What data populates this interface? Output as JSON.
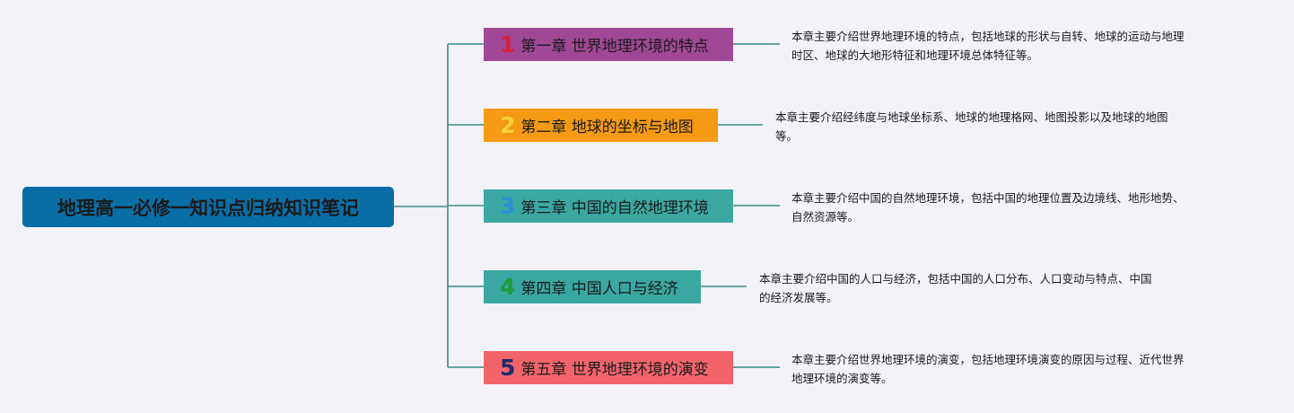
{
  "root": {
    "title": "地理高一必修一知识点归纳知识笔记",
    "color": "#0a6ea6"
  },
  "line_color": "#3a8a82",
  "chapters": [
    {
      "num": "1",
      "title": "第一章 世界地理环境的特点",
      "bg": "#a04796",
      "num_color": "#d8203a",
      "desc_line1": "本章主要介绍世界地理环境的特点，包括地球的形状与自转、地球的运动与地理",
      "desc_line2": "时区、地球的大地形特征和地理环境总体特征等。"
    },
    {
      "num": "2",
      "title": "第二章 地球的坐标与地图",
      "bg": "#f59a12",
      "num_color": "#f7d13a",
      "desc_line1": "本章主要介绍经纬度与地球坐标系、地球的地理格网、地图投影以及地球的地图",
      "desc_line2": "等。"
    },
    {
      "num": "3",
      "title": "第三章 中国的自然地理环境",
      "bg": "#3aa7a2",
      "num_color": "#2a8fd6",
      "desc_line1": "本章主要介绍中国的自然地理环境，包括中国的地理位置及边境线、地形地势、",
      "desc_line2": "自然资源等。"
    },
    {
      "num": "4",
      "title": "第四章 中国人口与经济",
      "bg": "#3aa7a2",
      "num_color": "#1f9a3a",
      "desc_line1": "本章主要介绍中国的人口与经济，包括中国的人口分布、人口变动与特点、中国",
      "desc_line2": "的经济发展等。"
    },
    {
      "num": "5",
      "title": "第五章 世界地理环境的演变",
      "bg": "#f2646a",
      "num_color": "#1e2a6e",
      "desc_line1": "本章主要介绍世界地理环境的演变，包括地理环境演变的原因与过程、近代世界",
      "desc_line2": "地理环境的演变等。"
    }
  ]
}
